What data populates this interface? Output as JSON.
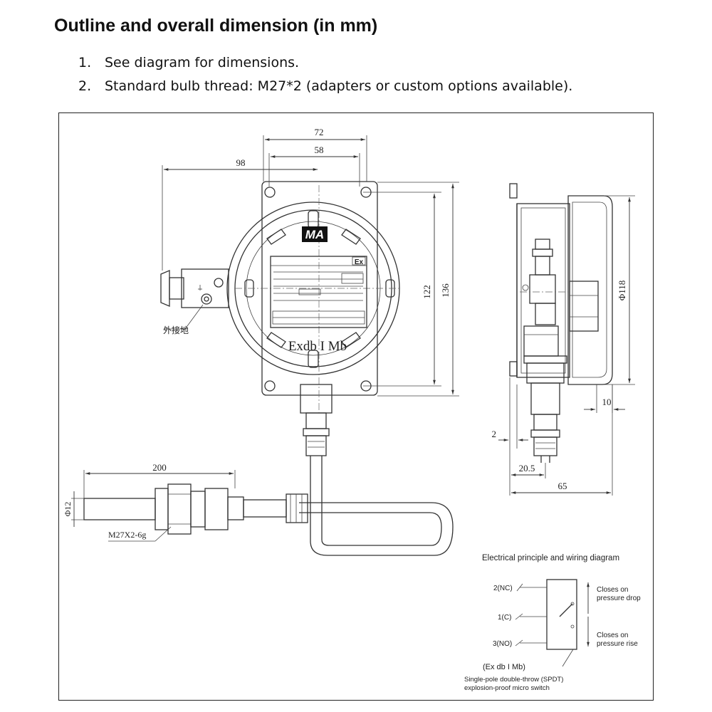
{
  "heading": "Outline and overall dimension (in mm)",
  "notes": [
    {
      "num": "1.",
      "text": "See diagram for dimensions."
    },
    {
      "num": "2.",
      "text": "Standard bulb thread: M27*2 (adapters or custom options available)."
    }
  ],
  "drawing": {
    "dims": {
      "d72": "72",
      "d58": "58",
      "d98": "98",
      "d122": "122",
      "d136": "136",
      "d200": "200",
      "phi12": "Φ12",
      "thread": "M27X2-6g",
      "phi118": "Φ118",
      "d10": "10",
      "d2": "2",
      "d20_5": "20.5",
      "d65": "65"
    },
    "ground_label": "外接地",
    "logo": "MA",
    "ex_mark": "Exdb I Mb",
    "nameplate_ex": "Ex",
    "wiring": {
      "title": "Electrical principle and wiring diagram",
      "t2": "2(NC)",
      "t1": "1(C)",
      "t3": "3(NO)",
      "closes_drop_1": "Closes on",
      "closes_drop_2": "pressure drop",
      "closes_rise_1": "Closes on",
      "closes_rise_2": "pressure rise",
      "ex_label": "(Ex  db  I  Mb)",
      "switch_1": "Single-pole double-throw (SPDT)",
      "switch_2": "explosion-proof micro switch"
    }
  }
}
